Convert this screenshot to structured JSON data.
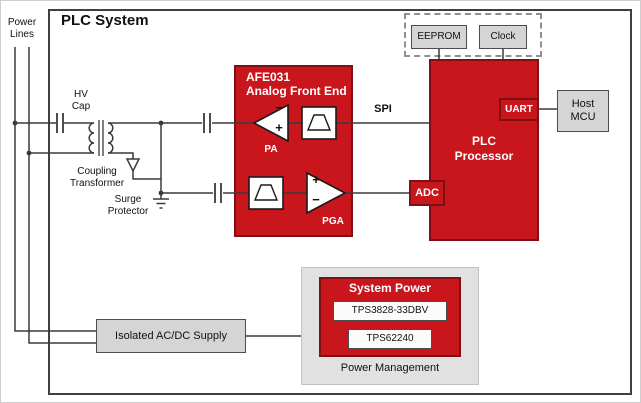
{
  "title": "PLC System",
  "colors": {
    "block_red": "#c8161c",
    "block_red_border": "#7c1013",
    "block_gray": "#d5d5d5",
    "wire": "#3a3a3a"
  },
  "left": {
    "power_lines_1": "Power",
    "power_lines_2": "Lines",
    "hv_cap_1": "HV",
    "hv_cap_2": "Cap",
    "transformer_1": "Coupling",
    "transformer_2": "Transformer",
    "surge_1": "Surge",
    "surge_2": "Protector"
  },
  "afe": {
    "title_1": "AFE031",
    "title_2": "Analog Front End",
    "pa": "PA",
    "pga": "PGA",
    "plus": "+",
    "minus": "−"
  },
  "bus": {
    "spi": "SPI"
  },
  "processor": {
    "name_1": "PLC",
    "name_2": "Processor",
    "adc": "ADC",
    "uart": "UART"
  },
  "peripherals": {
    "eeprom": "EEPROM",
    "clock": "Clock",
    "host_1": "Host",
    "host_2": "MCU"
  },
  "power": {
    "acdc": "Isolated AC/DC Supply",
    "system_power": "System Power",
    "ldo": "TPS3828-33DBV",
    "dcdc": "TPS62240",
    "pm": "Power Management"
  }
}
